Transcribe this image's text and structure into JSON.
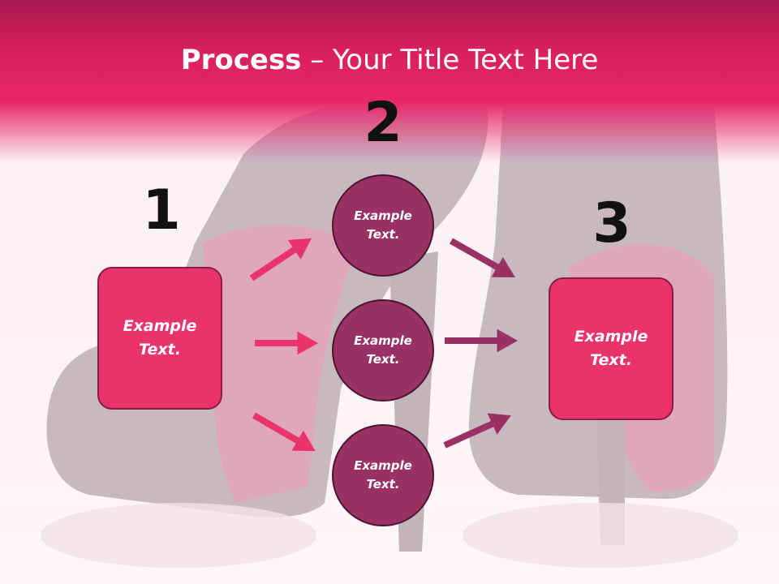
{
  "title": {
    "bold": "Process",
    "rest": " – Your Title Text Here"
  },
  "steps": [
    {
      "number": "1",
      "text": "Example\nText."
    },
    {
      "number": "2",
      "text": "Example\nText."
    },
    {
      "number": "3",
      "text": "Example\nText."
    }
  ],
  "nodes": [
    {
      "text": "Example\nText."
    },
    {
      "text": "Example\nText."
    },
    {
      "text": "Example\nText."
    }
  ],
  "colors": {
    "header": "#e8266a",
    "box_fill": "#e8336c",
    "circle_fill": "#9a3164",
    "arrow_left": "#e8336c",
    "arrow_right": "#9a3164"
  }
}
